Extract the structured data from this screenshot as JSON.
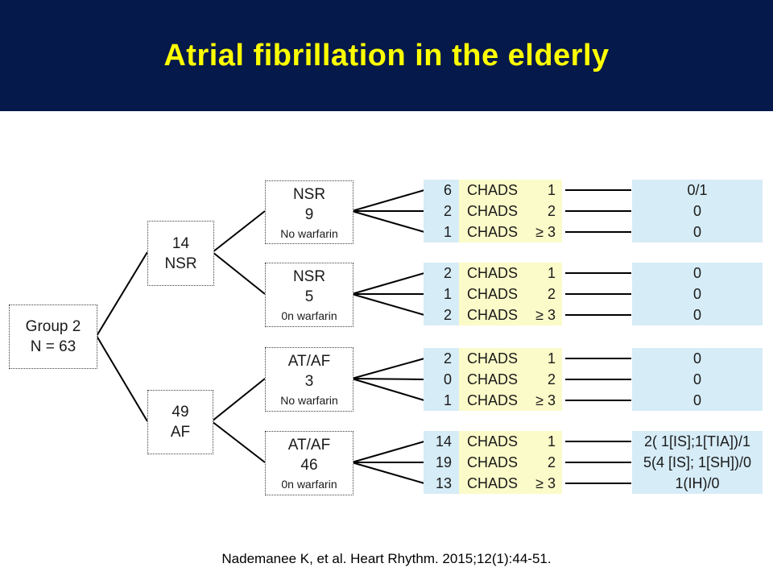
{
  "header": {
    "title": "Atrial fibrillation in the elderly"
  },
  "footer": {
    "citation": "Nademanee K, et al. Heart Rhythm. 2015;12(1):44-51."
  },
  "colors": {
    "header_bg": "#05194a",
    "title_text": "#ffff00",
    "cell_blue": "#d6ecf7",
    "cell_yellow": "#fbfbc9",
    "line_color": "#000000"
  },
  "tree": {
    "root": {
      "line1": "Group 2",
      "line2": "N = 63"
    },
    "branches": [
      {
        "line1": "14",
        "line2": "NSR"
      },
      {
        "line1": "49",
        "line2": "AF"
      }
    ],
    "leaves": [
      {
        "line1": "NSR",
        "line2": "9",
        "sub": "No warfarin"
      },
      {
        "line1": "NSR",
        "line2": "5",
        "sub": "0n warfarin"
      },
      {
        "line1": "AT/AF",
        "line2": "3",
        "sub": "No warfarin"
      },
      {
        "line1": "AT/AF",
        "line2": "46",
        "sub": "0n warfarin"
      }
    ],
    "groups": [
      {
        "rows": [
          {
            "n": "6",
            "label": "CHADS",
            "score": "1",
            "outcome": "0/1"
          },
          {
            "n": "2",
            "label": "CHADS",
            "score": "2",
            "outcome": "0"
          },
          {
            "n": "1",
            "label": "CHADS",
            "score": "≥ 3",
            "outcome": "0"
          }
        ]
      },
      {
        "rows": [
          {
            "n": "2",
            "label": "CHADS",
            "score": "1",
            "outcome": "0"
          },
          {
            "n": "1",
            "label": "CHADS",
            "score": "2",
            "outcome": "0"
          },
          {
            "n": "2",
            "label": "CHADS",
            "score": "≥ 3",
            "outcome": "0"
          }
        ]
      },
      {
        "rows": [
          {
            "n": "2",
            "label": "CHADS",
            "score": "1",
            "outcome": "0"
          },
          {
            "n": "0",
            "label": "CHADS",
            "score": "2",
            "outcome": "0"
          },
          {
            "n": "1",
            "label": "CHADS",
            "score": "≥ 3",
            "outcome": "0"
          }
        ]
      },
      {
        "rows": [
          {
            "n": "14",
            "label": "CHADS",
            "score": "1",
            "outcome": "2( 1[IS];1[TIA])/1"
          },
          {
            "n": "19",
            "label": "CHADS",
            "score": "2",
            "outcome": "5(4 [IS]; 1[SH])/0"
          },
          {
            "n": "13",
            "label": "CHADS",
            "score": "≥ 3",
            "outcome": "1(IH)/0"
          }
        ]
      }
    ]
  }
}
